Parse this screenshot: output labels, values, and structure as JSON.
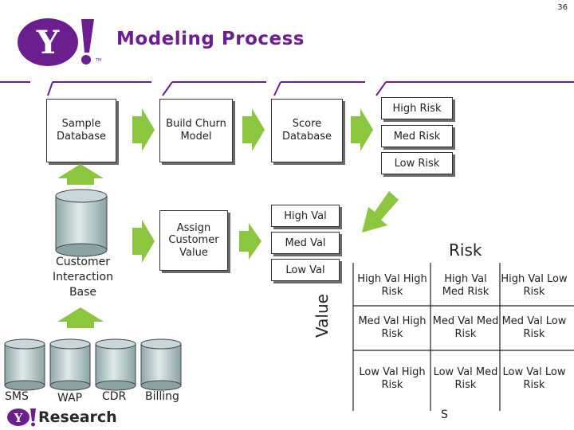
{
  "page_number": "36",
  "title": "Modeling Process",
  "logo": {
    "text": "Y!",
    "tm": "TM"
  },
  "process": {
    "sample_database": "Sample Database",
    "build_churn_model": "Build Churn Model",
    "score_database": "Score Database",
    "assign_customer_value": "Assign Customer Value"
  },
  "risk_levels": [
    "High Risk",
    "Med Risk",
    "Low Risk"
  ],
  "value_levels": [
    "High Val",
    "Med Val",
    "Low Val"
  ],
  "customer_base": "Customer Interaction Base",
  "sources": [
    "SMS",
    "WAP",
    "CDR",
    "Billing"
  ],
  "matrix": {
    "column_header": "Risk",
    "row_header": "Value",
    "cells": [
      [
        "High Val High Risk",
        "High Val Med Risk",
        "High Val Low Risk"
      ],
      [
        "Med Val High Risk",
        "Med Val Med Risk",
        "Med Val Low Risk"
      ],
      [
        "Low Val High Risk",
        "Low Val Med Risk",
        "Low Val Low Risk"
      ]
    ],
    "footer_mark": "S"
  },
  "footer_logo": {
    "y": "Y!",
    "research": "Research"
  },
  "colors": {
    "purple": "#6b1f8e",
    "arrow_green": "#8cc63e",
    "cylinder": "#a9c0c0"
  }
}
